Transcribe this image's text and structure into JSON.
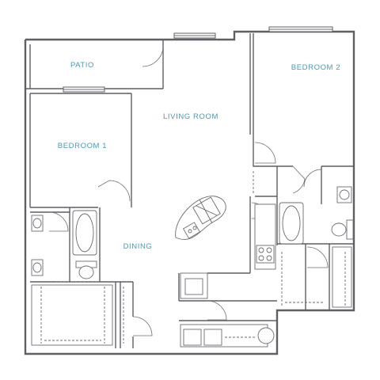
{
  "plan": {
    "rooms": {
      "patio": "PATIO",
      "living_room": "LIVING ROOM",
      "bedroom_1": "BEDROOM 1",
      "bedroom_2": "BEDROOM 2",
      "dining": "DINING"
    },
    "colors": {
      "label": "#4a9bb5",
      "wall": "#5d5f62",
      "background": "#ffffff"
    }
  }
}
